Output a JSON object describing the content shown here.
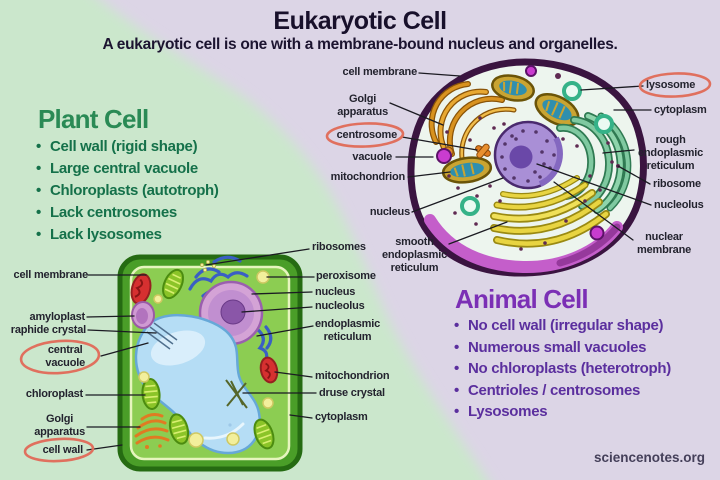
{
  "page": {
    "title": "Eukaryotic Cell",
    "subtitle": "A eukaryotic cell is one with a membrane-bound nucleus and organelles.",
    "watermark": "sciencenotes.org"
  },
  "plant": {
    "heading": "Plant Cell",
    "bullets": [
      "Cell wall (rigid shape)",
      "Large central vacuole",
      "Chloroplasts (autotroph)",
      "Lack centrosomes",
      "Lack lysosomes"
    ]
  },
  "animal": {
    "heading": "Animal Cell",
    "bullets": [
      "No cell wall (irregular shape)",
      "Numerous small vacuoles",
      "No chloroplasts (heterotroph)",
      "Centrioles / centrosomes",
      "Lysosomes"
    ]
  },
  "animal_labels": {
    "left": [
      "cell membrane",
      "Golgi\napparatus",
      "centrosome",
      "vacuole",
      "mitochondrion",
      "nucleus",
      "smooth\nendoplasmic\nreticulum"
    ],
    "right": [
      "lysosome",
      "cytoplasm",
      "rough\nendoplasmic\nreticulum",
      "ribosome",
      "nucleolus",
      "nuclear\nmembrane"
    ]
  },
  "plant_labels": {
    "left": [
      "cell membrane",
      "amyloplast",
      "raphide crystal",
      "central\nvacuole",
      "chloroplast",
      "Golgi\napparatus",
      "cell wall"
    ],
    "right": [
      "ribosomes",
      "peroxisome",
      "nucleus",
      "nucleolus",
      "endoplasmic\nreticulum",
      "mitochondrion",
      "druse crystal",
      "cytoplasm"
    ]
  },
  "annotations": {
    "circled_labels": [
      "centrosome",
      "lysosome",
      "central vacuole",
      "cell wall"
    ],
    "circle_color": "#e0705e"
  },
  "colors": {
    "bg_green": "#cbe7cc",
    "bg_lavender": "#dcd5e6",
    "plant_accent": "#15714a",
    "animal_accent": "#7b2fb5"
  }
}
